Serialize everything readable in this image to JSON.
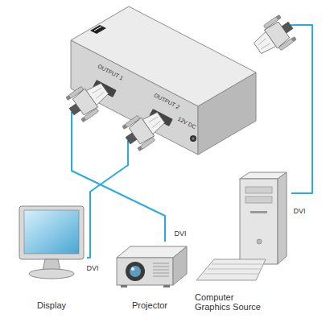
{
  "diagram": {
    "nodes": [
      {
        "text": [
          "OUTPUT 1",
          "OUTPUT 2",
          "12V DC"
        ]
      },
      {
        "text": [
          "Display"
        ]
      },
      {
        "text": [
          "Projector"
        ]
      },
      {
        "text": [
          "Computer Graphics Source"
        ]
      }
    ],
    "edges": [
      {
        "from": 0,
        "to": 2,
        "arrow": "none",
        "label": "DVI"
      },
      {
        "from": 0,
        "to": 1,
        "arrow": "none",
        "label": "DVI"
      },
      {
        "from": 3,
        "to": 0,
        "arrow": "none",
        "label": "DVI"
      }
    ]
  }
}
